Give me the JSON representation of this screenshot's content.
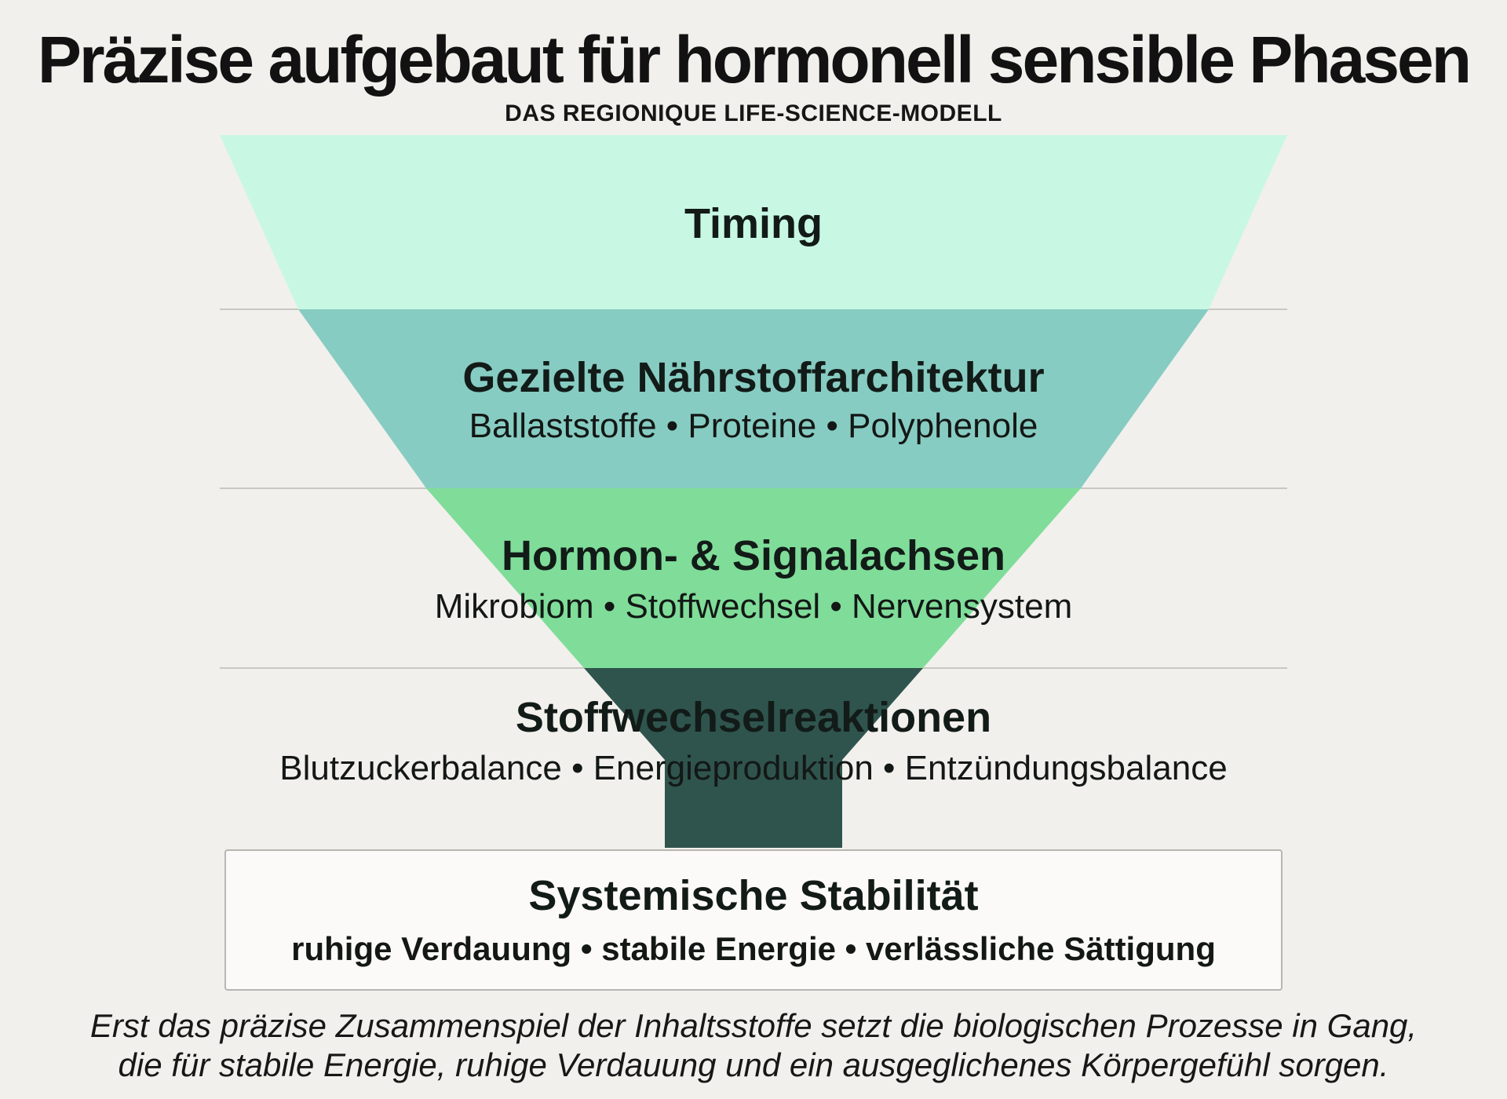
{
  "page": {
    "title": "Präzise aufgebaut für hormonell sensible Phasen",
    "subtitle": "DAS REGIONIQUE LIFE-SCIENCE-MODELL"
  },
  "funnel": {
    "layers": [
      {
        "heading": "Timing",
        "sub": "",
        "color": "#c8f8e4"
      },
      {
        "heading": "Gezielte Nährstoffarchitektur",
        "sub": "Ballaststoffe • Proteine • Polyphenole",
        "color": "#87ccc2"
      },
      {
        "heading": "Hormon- & Signalachsen",
        "sub": "Mikrobiom • Stoffwechsel • Nervensystem",
        "color": "#7fdd99"
      },
      {
        "heading": "Stoffwechselreaktionen",
        "sub": "Blutzuckerbalance • Energieproduktion • Entzündungsbalance",
        "color": "#2f544d"
      }
    ]
  },
  "base": {
    "heading": "Systemische Stabilität",
    "sub": "ruhige Verdauung • stabile Energie • verlässliche Sättigung"
  },
  "footer": {
    "line1": "Erst das präzise Zusammenspiel der Inhaltsstoffe setzt die biologischen Prozesse in Gang,",
    "line2": "die für stabile Energie, ruhige Verdauung und ein ausgeglichenes Körpergefühl sorgen."
  },
  "colors": {
    "background": "#f2f0ec",
    "divider": "#c9c7c2",
    "box_background": "#fbfaf8",
    "box_border": "#b8b6b1",
    "text": "#131715"
  }
}
